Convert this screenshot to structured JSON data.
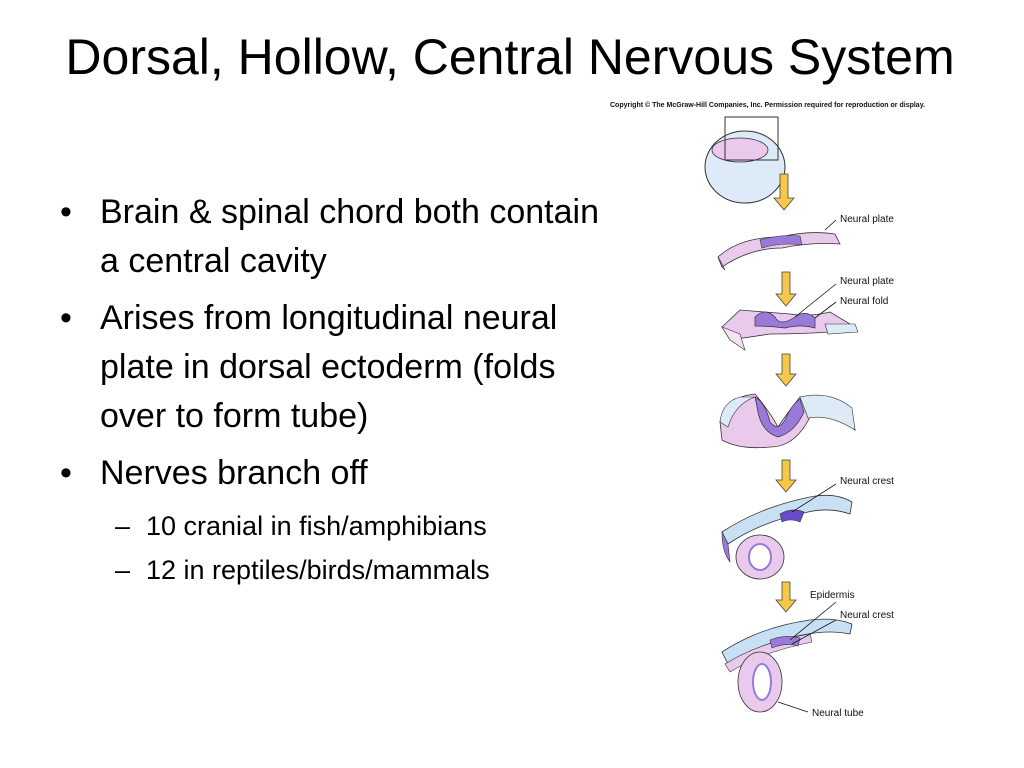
{
  "slide": {
    "title": "Dorsal, Hollow, Central Nervous System",
    "bullets": [
      {
        "text": "Brain & spinal chord both contain a central cavity"
      },
      {
        "text": "Arises from longitudinal neural plate in dorsal ectoderm (folds over to form tube)"
      },
      {
        "text": "Nerves branch off"
      }
    ],
    "sub_bullets": [
      {
        "text": "10 cranial in fish/amphibians"
      },
      {
        "text": "12 in reptiles/birds/mammals"
      }
    ],
    "bullet_mark": "•",
    "sub_mark": "–"
  },
  "figure": {
    "copyright": "Copyright © The McGraw-Hill Companies, Inc. Permission required for reproduction or display.",
    "labels": {
      "neural_plate_1": "Neural plate",
      "neural_plate_2": "Neural plate",
      "neural_fold": "Neural fold",
      "neural_crest_1": "Neural crest",
      "epidermis": "Epidermis",
      "neural_crest_2": "Neural crest",
      "neural_tube": "Neural tube"
    },
    "colors": {
      "pink": "#e9c9ec",
      "purple": "#9a7ad8",
      "blue": "#c8e0f4",
      "arrow": "#f5c84a"
    }
  }
}
